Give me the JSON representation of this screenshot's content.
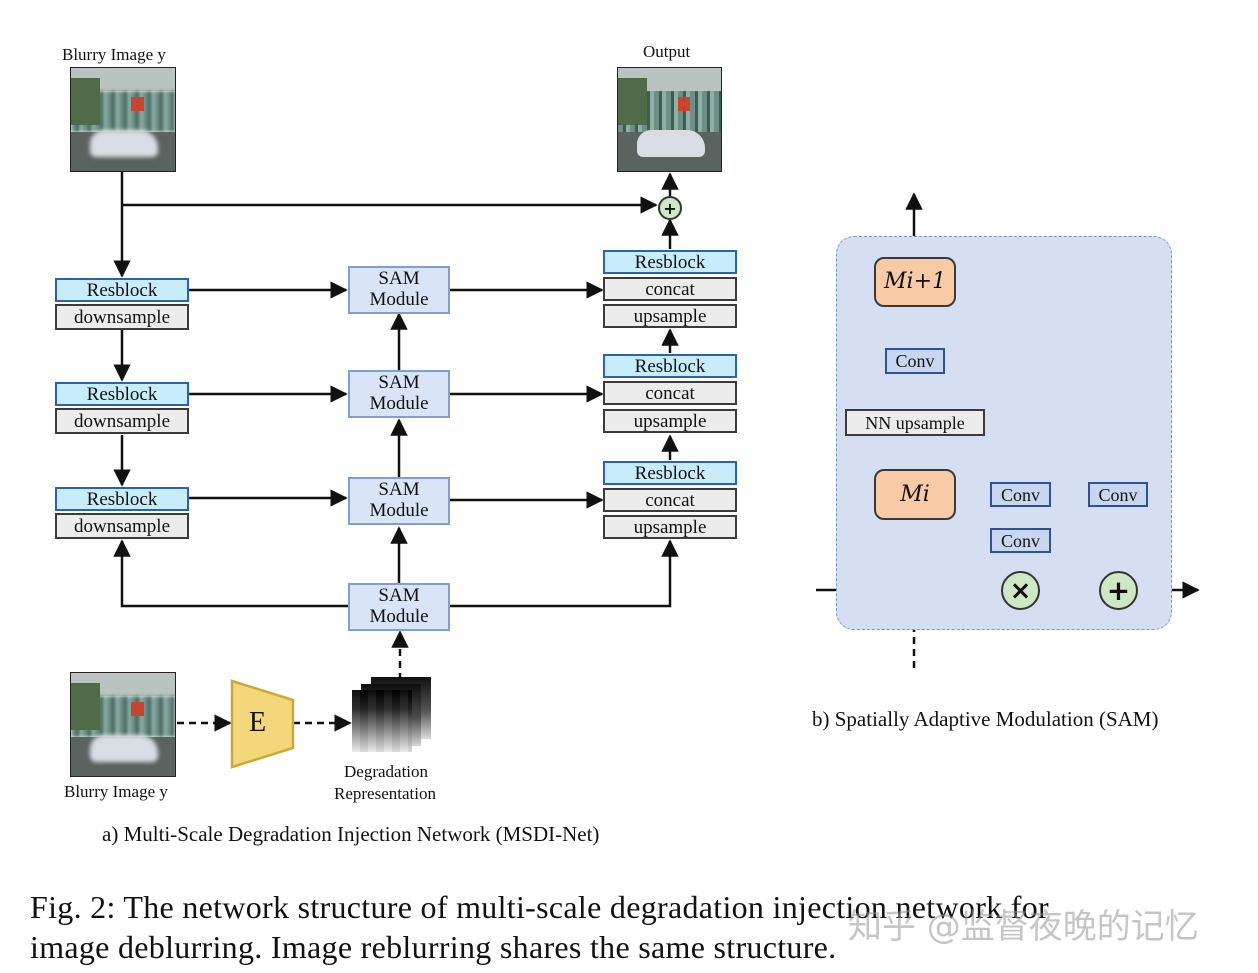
{
  "left_panel": {
    "input_top_label": "Blurry Image y",
    "input_bottom_label": "Blurry Image y",
    "output_label": "Output",
    "encoder_label": "E",
    "degradation_label_line1": "Degradation",
    "degradation_label_line2": "Representation",
    "encoder_rows": [
      {
        "resblock": "Resblock",
        "downsample": "downsample"
      },
      {
        "resblock": "Resblock",
        "downsample": "downsample"
      },
      {
        "resblock": "Resblock",
        "downsample": "downsample"
      }
    ],
    "sam_modules": [
      {
        "line1": "SAM",
        "line2": "Module"
      },
      {
        "line1": "SAM",
        "line2": "Module"
      },
      {
        "line1": "SAM",
        "line2": "Module"
      },
      {
        "line1": "SAM",
        "line2": "Module"
      }
    ],
    "decoder_rows": [
      {
        "resblock": "Resblock",
        "concat": "concat",
        "upsample": "upsample"
      },
      {
        "resblock": "Resblock",
        "concat": "concat",
        "upsample": "upsample"
      },
      {
        "resblock": "Resblock",
        "concat": "concat",
        "upsample": "upsample"
      }
    ],
    "plus_symbol": "+",
    "caption": "a)  Multi-Scale Degradation Injection Network (MSDI-Net)"
  },
  "right_panel": {
    "m_next_label": "Mi+1",
    "m_label": "Mi",
    "conv_top": "Conv",
    "nn_upsample": "NN upsample",
    "conv_a": "Conv",
    "conv_b": "Conv",
    "conv_c": "Conv",
    "times_symbol": "×",
    "plus_symbol": "+",
    "caption": "b) Spatially Adaptive Modulation (SAM)"
  },
  "figure_caption": {
    "line1": "Fig. 2: The network structure of multi-scale degradation injection network for",
    "line2": "image deblurring. Image reblurring shares the same structure."
  },
  "watermark": "知乎 @监督夜晚的记忆",
  "colors": {
    "resblock_fill": "#c9ecfb",
    "resblock_border": "#2e62a8",
    "sam_fill": "#d9e4f7",
    "sam_panel_fill": "#d6dff2",
    "m_fill": "#f8caa6",
    "encoder_fill": "#f3d77a",
    "op_circle_fill": "#cfe8c4"
  }
}
